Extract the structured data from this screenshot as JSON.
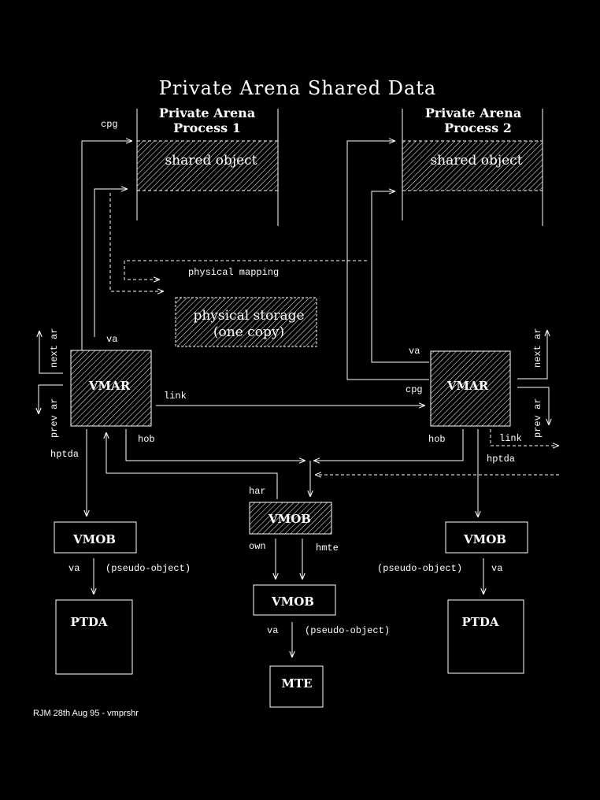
{
  "title": "Private Arena Shared Data",
  "arena1": {
    "line1": "Private Arena",
    "line2": "Process 1",
    "shared": "shared object"
  },
  "arena2": {
    "line1": "Private Arena",
    "line2": "Process 2",
    "shared": "shared object"
  },
  "storage": {
    "line1": "physical storage",
    "line2": "(one copy)"
  },
  "labels": {
    "cpg1": "cpg",
    "cpg2": "cpg",
    "physical_mapping": "physical mapping",
    "va_vmar1": "va",
    "va_vmar2": "va",
    "next_ar1": "next ar",
    "prev_ar1": "prev ar",
    "next_ar2": "next ar",
    "prev_ar2": "prev ar",
    "link1": "link",
    "link2": "link",
    "hob1": "hob",
    "hob2": "hob",
    "hptda1": "hptda",
    "hptda2": "hptda",
    "har": "har",
    "own": "own",
    "hmte": "hmte",
    "va_left": "va",
    "va_right": "va",
    "va_center": "va",
    "pseudo_left": "(pseudo-object)",
    "pseudo_right": "(pseudo-object)",
    "pseudo_center": "(pseudo-object)"
  },
  "boxes": {
    "vmar1": "VMAR",
    "vmar2": "VMAR",
    "vmob_shared": "VMOB",
    "vmob_left": "VMOB",
    "vmob_right": "VMOB",
    "vmob_center": "VMOB",
    "ptda_left": "PTDA",
    "ptda_right": "PTDA",
    "mte": "MTE"
  },
  "footer": "RJM 28th Aug 95 - vmprshr"
}
